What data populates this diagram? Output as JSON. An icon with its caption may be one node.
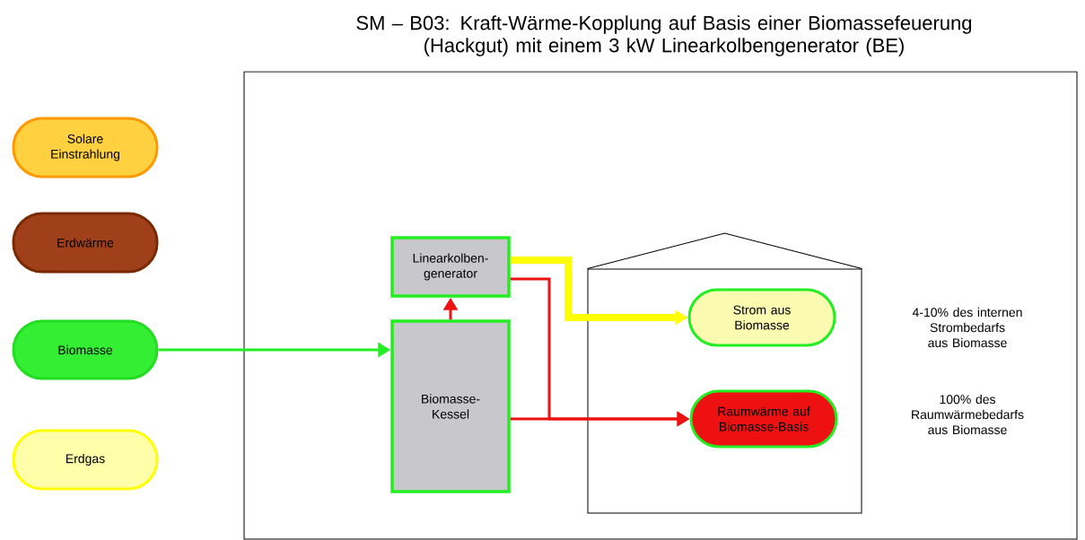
{
  "diagram": {
    "title": "SM – B03: Kraft-Wärme-Kopplung auf Basis einer Biomassefeuerung (Hackgut) mit einem 3 kW Linearkolbengenerator (BE)",
    "nodes": [
      {
        "text": [
          "Solare Einstrahlung"
        ]
      },
      {
        "text": [
          "Erdwärme"
        ]
      },
      {
        "text": [
          "Biomasse"
        ]
      },
      {
        "text": [
          "Erdgas"
        ]
      },
      {
        "text": [],
        "shape": "box"
      },
      {
        "text": [],
        "shape": "house",
        "in": 4
      },
      {
        "text": [
          "Linearkolben- generator"
        ],
        "in": 4
      },
      {
        "text": [
          "Biomasse- Kessel"
        ],
        "in": 4
      },
      {
        "text": [
          "Strom aus Biomasse"
        ],
        "in": 5
      },
      {
        "text": [
          "Raumwärme auf Biomasse-Basis"
        ],
        "in": 5
      }
    ],
    "edges": [
      {
        "from": 2,
        "to": 7,
        "arrow": "to",
        "color": "#22ee22"
      },
      {
        "from": 7,
        "to": 6,
        "arrow": "to",
        "color": "#ee1111"
      },
      {
        "from": 6,
        "to": 8,
        "arrow": "to",
        "style": "thick",
        "color": "#ffff00"
      },
      {
        "from": 6,
        "to": 9,
        "arrow": "to",
        "color": "#ee1111"
      },
      {
        "from": 7,
        "to": 9,
        "arrow": "to",
        "color": "#ee1111"
      }
    ],
    "labels": [
      "4-10% des internen Strombedarfs aus Biomasse",
      "100% des Raumwärmebedarfs aus Biomasse"
    ]
  }
}
